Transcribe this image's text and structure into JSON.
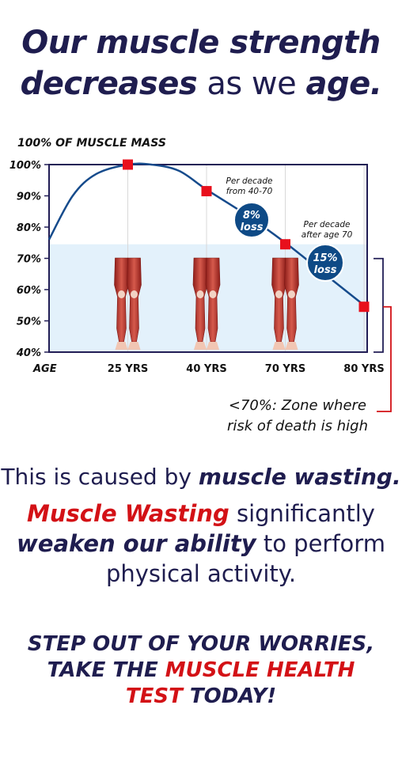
{
  "headline": {
    "line1": "Our muscle strength",
    "line2_bold": "decreases",
    "line2_mid": " as we ",
    "line2_end": "age."
  },
  "chart_data": {
    "type": "line",
    "title": "100% OF MUSCLE MASS",
    "xlabel": "AGE",
    "x_ticks": [
      "25 YRS",
      "40 YRS",
      "70 YRS",
      "80 YRS"
    ],
    "y_ticks": [
      "100%",
      "90%",
      "80%",
      "70%",
      "60%",
      "50%",
      "40%"
    ],
    "ylim": [
      40,
      100
    ],
    "curve": [
      {
        "x": 0.0,
        "y": 76
      },
      {
        "x": 0.3,
        "y": 90
      },
      {
        "x": 0.6,
        "y": 97
      },
      {
        "x": 1.0,
        "y": 100
      },
      {
        "x": 1.3,
        "y": 100
      },
      {
        "x": 1.65,
        "y": 98
      },
      {
        "x": 2.0,
        "y": 92
      },
      {
        "x": 2.5,
        "y": 84
      },
      {
        "x": 3.0,
        "y": 75
      },
      {
        "x": 3.5,
        "y": 65
      },
      {
        "x": 4.0,
        "y": 55
      }
    ],
    "markers": [
      {
        "x": 1,
        "y": 100
      },
      {
        "x": 2,
        "y": 91.5
      },
      {
        "x": 3,
        "y": 74.5
      },
      {
        "x": 4,
        "y": 54.5
      }
    ],
    "zone_threshold": 74.5,
    "annotations": [
      {
        "line1": "Per decade",
        "line2": "from 40-70",
        "badge1": "8%",
        "badge2": "loss"
      },
      {
        "line1": "Per decade",
        "line2": "after age 70",
        "badge1": "15%",
        "badge2": "loss"
      }
    ],
    "zone_note": {
      "line1": "<70%: Zone where",
      "line2": "risk of death is high"
    },
    "colors": {
      "curve": "#164b8c",
      "marker": "#e8101c",
      "zone": "#e3f1fb",
      "frame": "#211d55",
      "badge": "#0e4a86",
      "bracket": "#d31116"
    }
  },
  "paragraph1": {
    "normal": "This is caused by ",
    "bold": "muscle wasting."
  },
  "paragraph2": {
    "red_bold": "Muscle Wasting",
    "t1": " significantly",
    "bold": "weaken our ability",
    "t2": " to perform",
    "t3": "physical activity."
  },
  "cta": {
    "line1": "STEP OUT OF YOUR WORRIES,",
    "line2_a": "TAKE THE ",
    "line2_red": "MUSCLE HEALTH",
    "line3_red": "TEST",
    "line3_b": " TODAY!"
  }
}
